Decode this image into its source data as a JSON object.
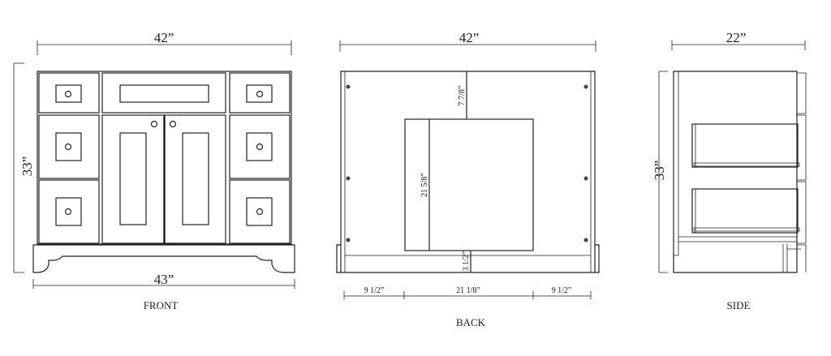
{
  "front": {
    "width_top": "42”",
    "height": "33”",
    "width_base": "43”",
    "caption": "FRONT"
  },
  "back": {
    "width": "42”",
    "top_gap": "7 7/8”",
    "opening_height": "21 5/8”",
    "bottom_gap": "3 1/2”",
    "left_offset": "9 1/2”",
    "opening_width": "21 1/8”",
    "right_offset": "9 1/2”",
    "caption": "BACK"
  },
  "side": {
    "depth": "22”",
    "height": "33”",
    "caption": "SIDE"
  },
  "colors": {
    "line": "#222222",
    "background": "#ffffff"
  }
}
